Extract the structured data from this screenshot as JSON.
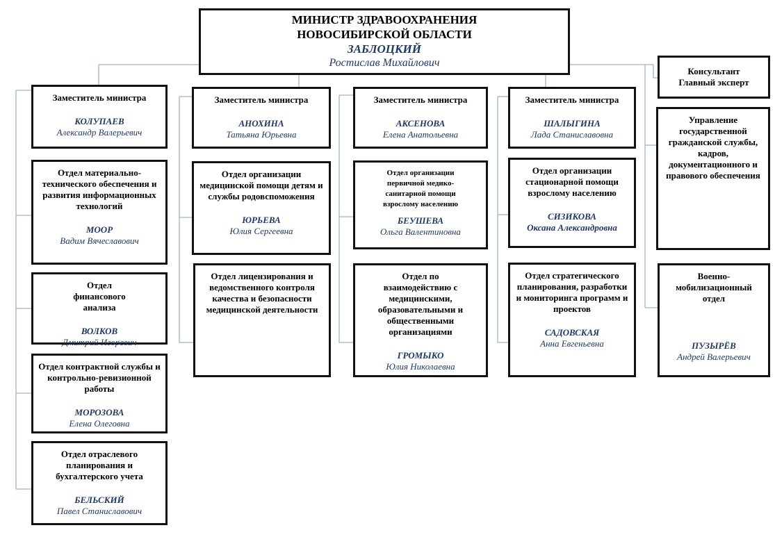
{
  "minister": {
    "title_line1": "МИНИСТР ЗДРАВООХРАНЕНИЯ",
    "title_line2": "НОВОСИБИРСКОЙ ОБЛАСТИ",
    "surname": "ЗАБЛОЦКИЙ",
    "fullname": "Ростислав Михайлович"
  },
  "consultant": {
    "line1": "Консультант",
    "line2": "Главный эксперт"
  },
  "columns": [
    {
      "deputy": {
        "title": "Заместитель министра",
        "surname": "КОЛУПАЕВ",
        "fullname": "Александр Валерьевич"
      },
      "departments": [
        {
          "title": "Отдел материально-технического обеспечения и развития информационных технологий",
          "surname": "МООР",
          "fullname": "Вадим Вячеславович"
        },
        {
          "title": "Отдел финансового анализа",
          "surname": "ВОЛКОВ",
          "fullname": "Дмитрий Игоревич"
        },
        {
          "title": "Отдел контрактной службы и контрольно-ревизионной работы",
          "surname": "МОРОЗОВА",
          "fullname": "Елена Олеговна"
        },
        {
          "title": "Отдел отраслевого планирования и бухгалтерского учета",
          "surname": "БЕЛЬСКИЙ",
          "fullname": "Павел Станиславович"
        }
      ]
    },
    {
      "deputy": {
        "title": "Заместитель министра",
        "surname": "АНОХИНА",
        "fullname": "Татьяна Юрьевна"
      },
      "departments": [
        {
          "title": "Отдел организации медицинской помощи детям и службы родовспоможения",
          "surname": "ЮРЬЕВА",
          "fullname": "Юлия Сергеевна"
        },
        {
          "title": "Отдел лицензирования и ведомственного контроля качества и безопасности медицинской деятельности",
          "surname": "",
          "fullname": ""
        }
      ]
    },
    {
      "deputy": {
        "title": "Заместитель министра",
        "surname": "АКСЕНОВА",
        "fullname": "Елена Анатольевна"
      },
      "departments": [
        {
          "title": "Отдел организации первичной медико-санитарной помощи взрослому населению",
          "surname": "БЕУШЕВА",
          "fullname": "Ольга Валентиновна"
        },
        {
          "title": "Отдел по взаимодействию с медицинскими, образовательными и общественными организациями",
          "surname": "ГРОМЫКО",
          "fullname": "Юлия Николаевна"
        }
      ]
    },
    {
      "deputy": {
        "title": "Заместитель министра",
        "surname": "ШАЛЫГИНА",
        "fullname": "Лада Станиславовна"
      },
      "departments": [
        {
          "title": "Отдел организации стационарной помощи взрослому населению",
          "surname": "СИЗИКОВА",
          "fullname": "Оксана Александровна"
        },
        {
          "title": "Отдел стратегического планирования, разработки и мониторинга программ и проектов",
          "surname": "САДОВСКАЯ",
          "fullname": "Анна Евгеньевна"
        }
      ]
    }
  ],
  "right_units": [
    {
      "title": "Управление государственной гражданской службы, кадров, документационного и правового обеспечения",
      "surname": "",
      "fullname": ""
    },
    {
      "title": "Военно-мобилизационный отдел",
      "surname": "ПУЗЫРЁВ",
      "fullname": "Андрей Валерьевич"
    }
  ],
  "colors": {
    "connector": "#9db3c8",
    "border": "#111111",
    "name": "#1f3864"
  }
}
